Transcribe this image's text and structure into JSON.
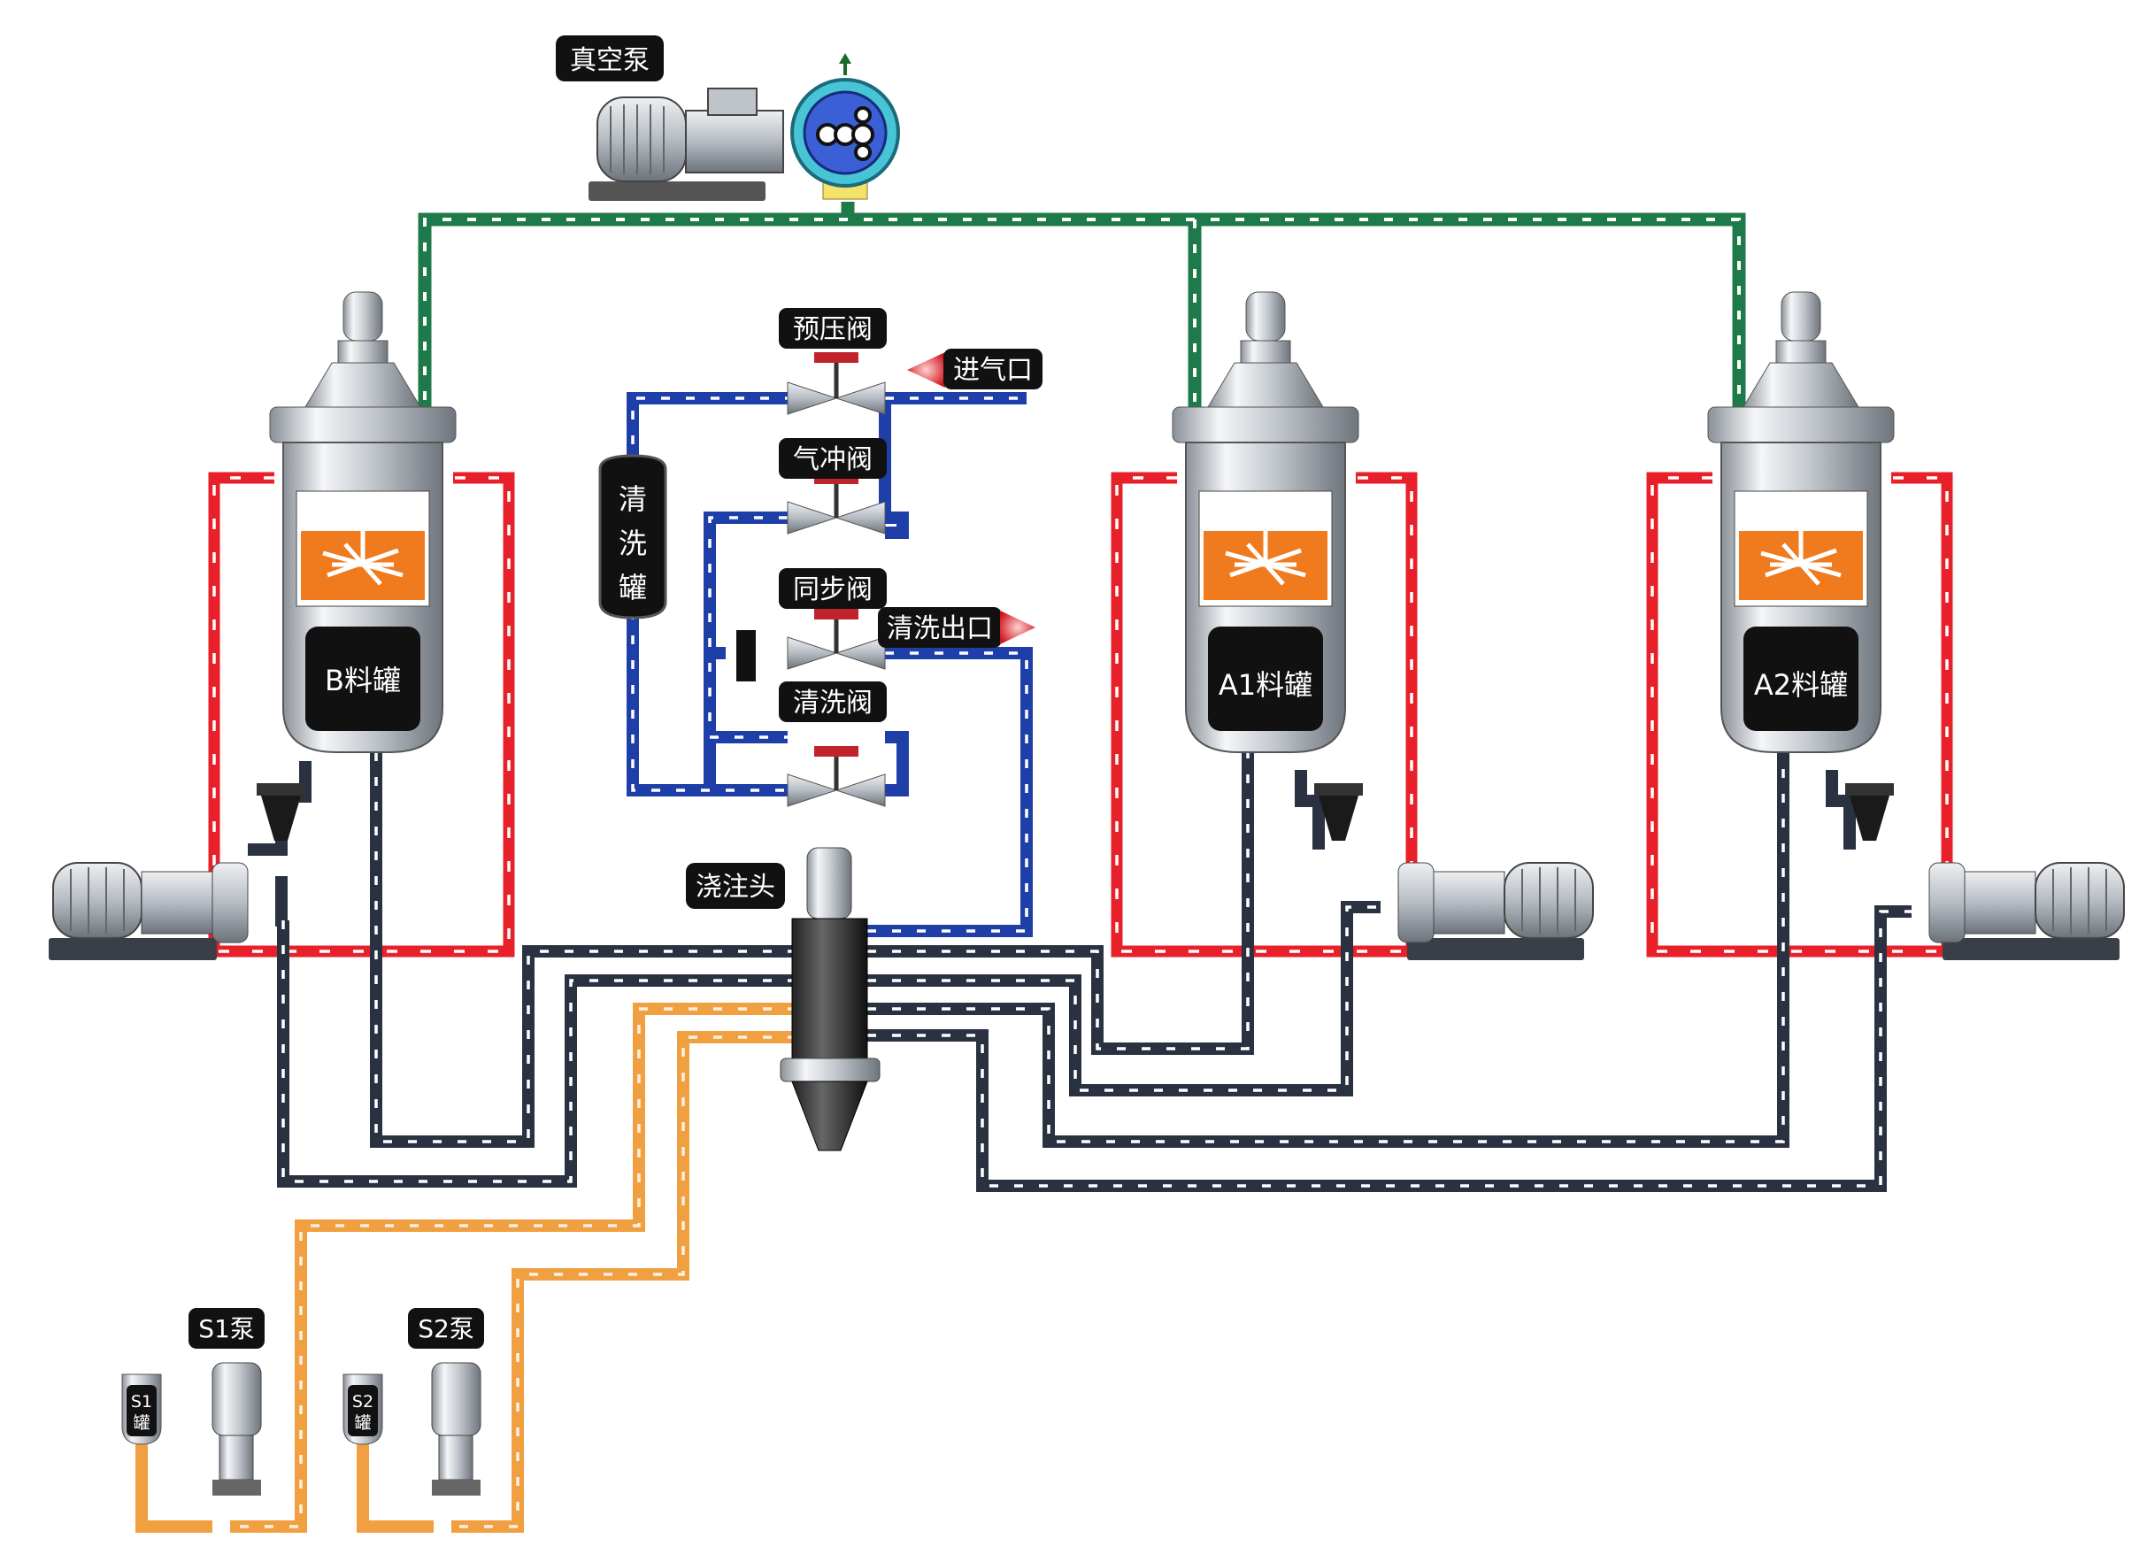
{
  "labels": {
    "vacuum_pump": "真空泵",
    "tank_b": "B料罐",
    "tank_a1": "A1料罐",
    "tank_a2": "A2料罐",
    "wash_tank_1": "清",
    "wash_tank_2": "洗",
    "wash_tank_3": "罐",
    "prepress_valve": "预压阀",
    "air_inlet": "进气口",
    "air_flush_valve": "气冲阀",
    "sync_valve": "同步阀",
    "wash_outlet": "清洗出口",
    "wash_valve": "清洗阀",
    "pour_head": "浇注头",
    "s1_pump": "S1泵",
    "s2_pump": "S2泵",
    "s1_tank_1": "S1",
    "s1_tank_2": "罐",
    "s2_tank_1": "S2",
    "s2_tank_2": "罐"
  },
  "icons": {
    "motor": "motor-icon",
    "valve": "valve-icon",
    "agitator": "agitator-icon",
    "arrow": "arrow-icon"
  },
  "colors": {
    "vacuum_line": "#1e7a4a",
    "air_line": "#1f3fa8",
    "heat_line": "#e8202a",
    "material_line": "#2a3242",
    "s_line": "#f0a040",
    "window": "#f07a1e",
    "label_bg": "#111111"
  }
}
